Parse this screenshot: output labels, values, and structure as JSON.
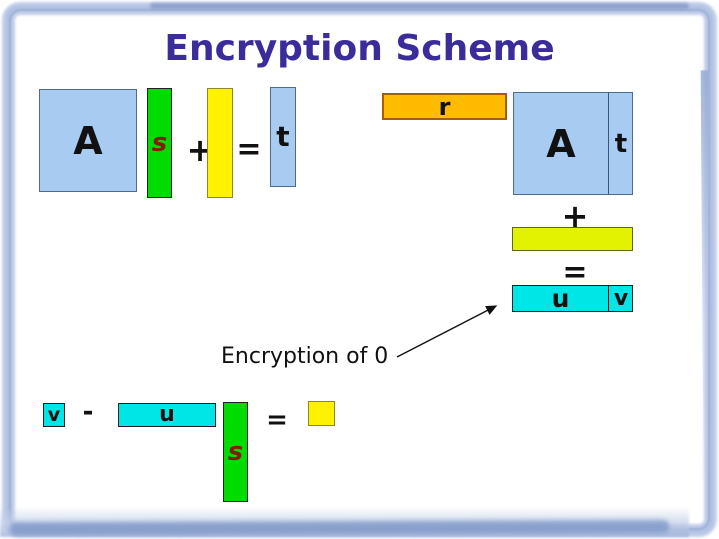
{
  "slide": {
    "title": "Encryption Scheme",
    "title_color": "#3a2d9b",
    "background": "#ffffff",
    "frame_color": "#aabbdf"
  },
  "colors": {
    "matrix_blue": "#a7cbf1",
    "secret_green": "#00dc00",
    "error_yellow": "#fff200",
    "error_yellow_green": "#e2f200",
    "random_orange": "#ffbb00",
    "ciphertext_cyan": "#00e6e6",
    "s_label_red": "#801e00",
    "operator_black": "#111111"
  },
  "eq_key_generation": {
    "a_label": "A",
    "s_label": "s",
    "plus": "+",
    "equals": "=",
    "t_label": "t"
  },
  "eq_encryption": {
    "r_label": "r",
    "a_label": "A",
    "t_label": "t",
    "plus": "+",
    "equals": "=",
    "u_label": "u",
    "v_label": "v"
  },
  "annotation": {
    "text": "Encryption of 0"
  },
  "eq_decryption": {
    "v_label": "v",
    "minus": "-",
    "u_label": "u",
    "s_label": "s",
    "equals": "="
  }
}
